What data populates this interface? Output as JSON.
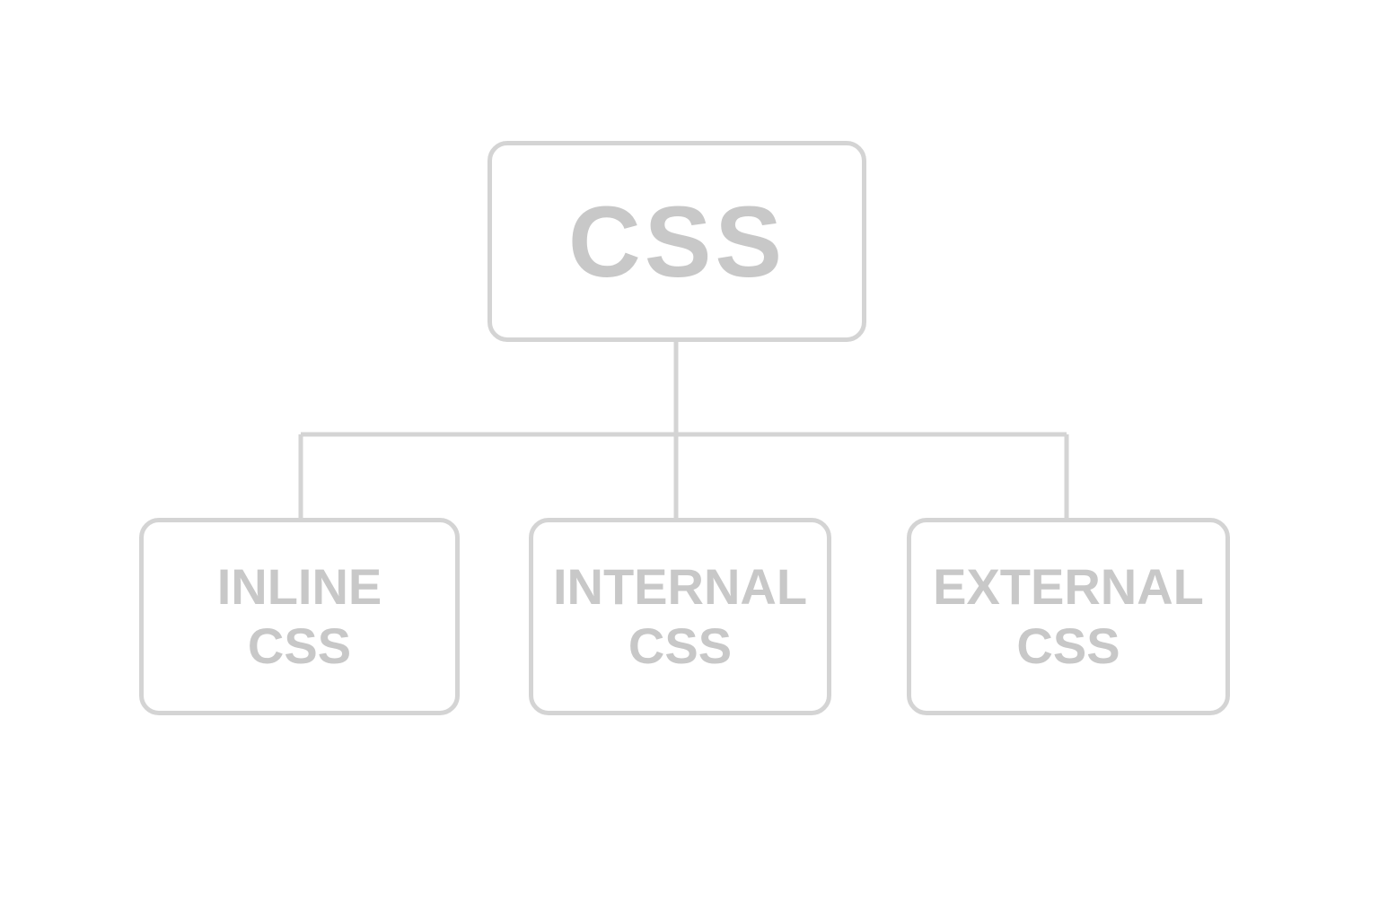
{
  "diagram": {
    "root": {
      "label": "CSS"
    },
    "children": [
      {
        "label": "INLINE\nCSS"
      },
      {
        "label": "INTERNAL\nCSS"
      },
      {
        "label": "EXTERNAL\nCSS"
      }
    ],
    "colors": {
      "stroke": "#f6f6f6",
      "text": "#f5f5f5",
      "background": "#ffffff"
    }
  }
}
